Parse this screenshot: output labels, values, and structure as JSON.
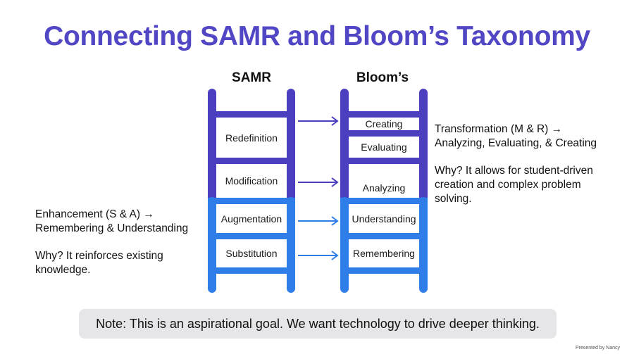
{
  "title": "Connecting SAMR and Bloom’s Taxonomy",
  "samr": {
    "heading": "SAMR",
    "levels": [
      "Redefinition",
      "Modification",
      "Augmentation",
      "Substitution"
    ]
  },
  "blooms": {
    "heading": "Bloom’s",
    "levels": [
      "Creating",
      "Evaluating",
      "Analyzing",
      "Understanding",
      "Remembering"
    ]
  },
  "transformation": {
    "heading_line1": "Transformation (M & R) →",
    "heading_line2": "Analyzing, Evaluating, & Creating",
    "why_line1": "Why? It allows for student-driven",
    "why_line2": "creation and complex problem",
    "why_line3": "solving."
  },
  "enhancement": {
    "heading_line1": "Enhancement (S & A) →",
    "heading_line2": "Remembering & Understanding",
    "why_line1": "Why? It reinforces existing",
    "why_line2": "knowledge."
  },
  "note": "Note: This is an aspirational goal. We want technology to drive deeper thinking.",
  "credit": "Presented by Nancy",
  "colors": {
    "title": "#5146c4",
    "ladder_upper": "#4b3fbf",
    "ladder_lower": "#2f7de8",
    "arrow_upper": "#4b3fbf",
    "arrow_lower": "#2f7de8",
    "note_bg": "#e6e6e8"
  }
}
